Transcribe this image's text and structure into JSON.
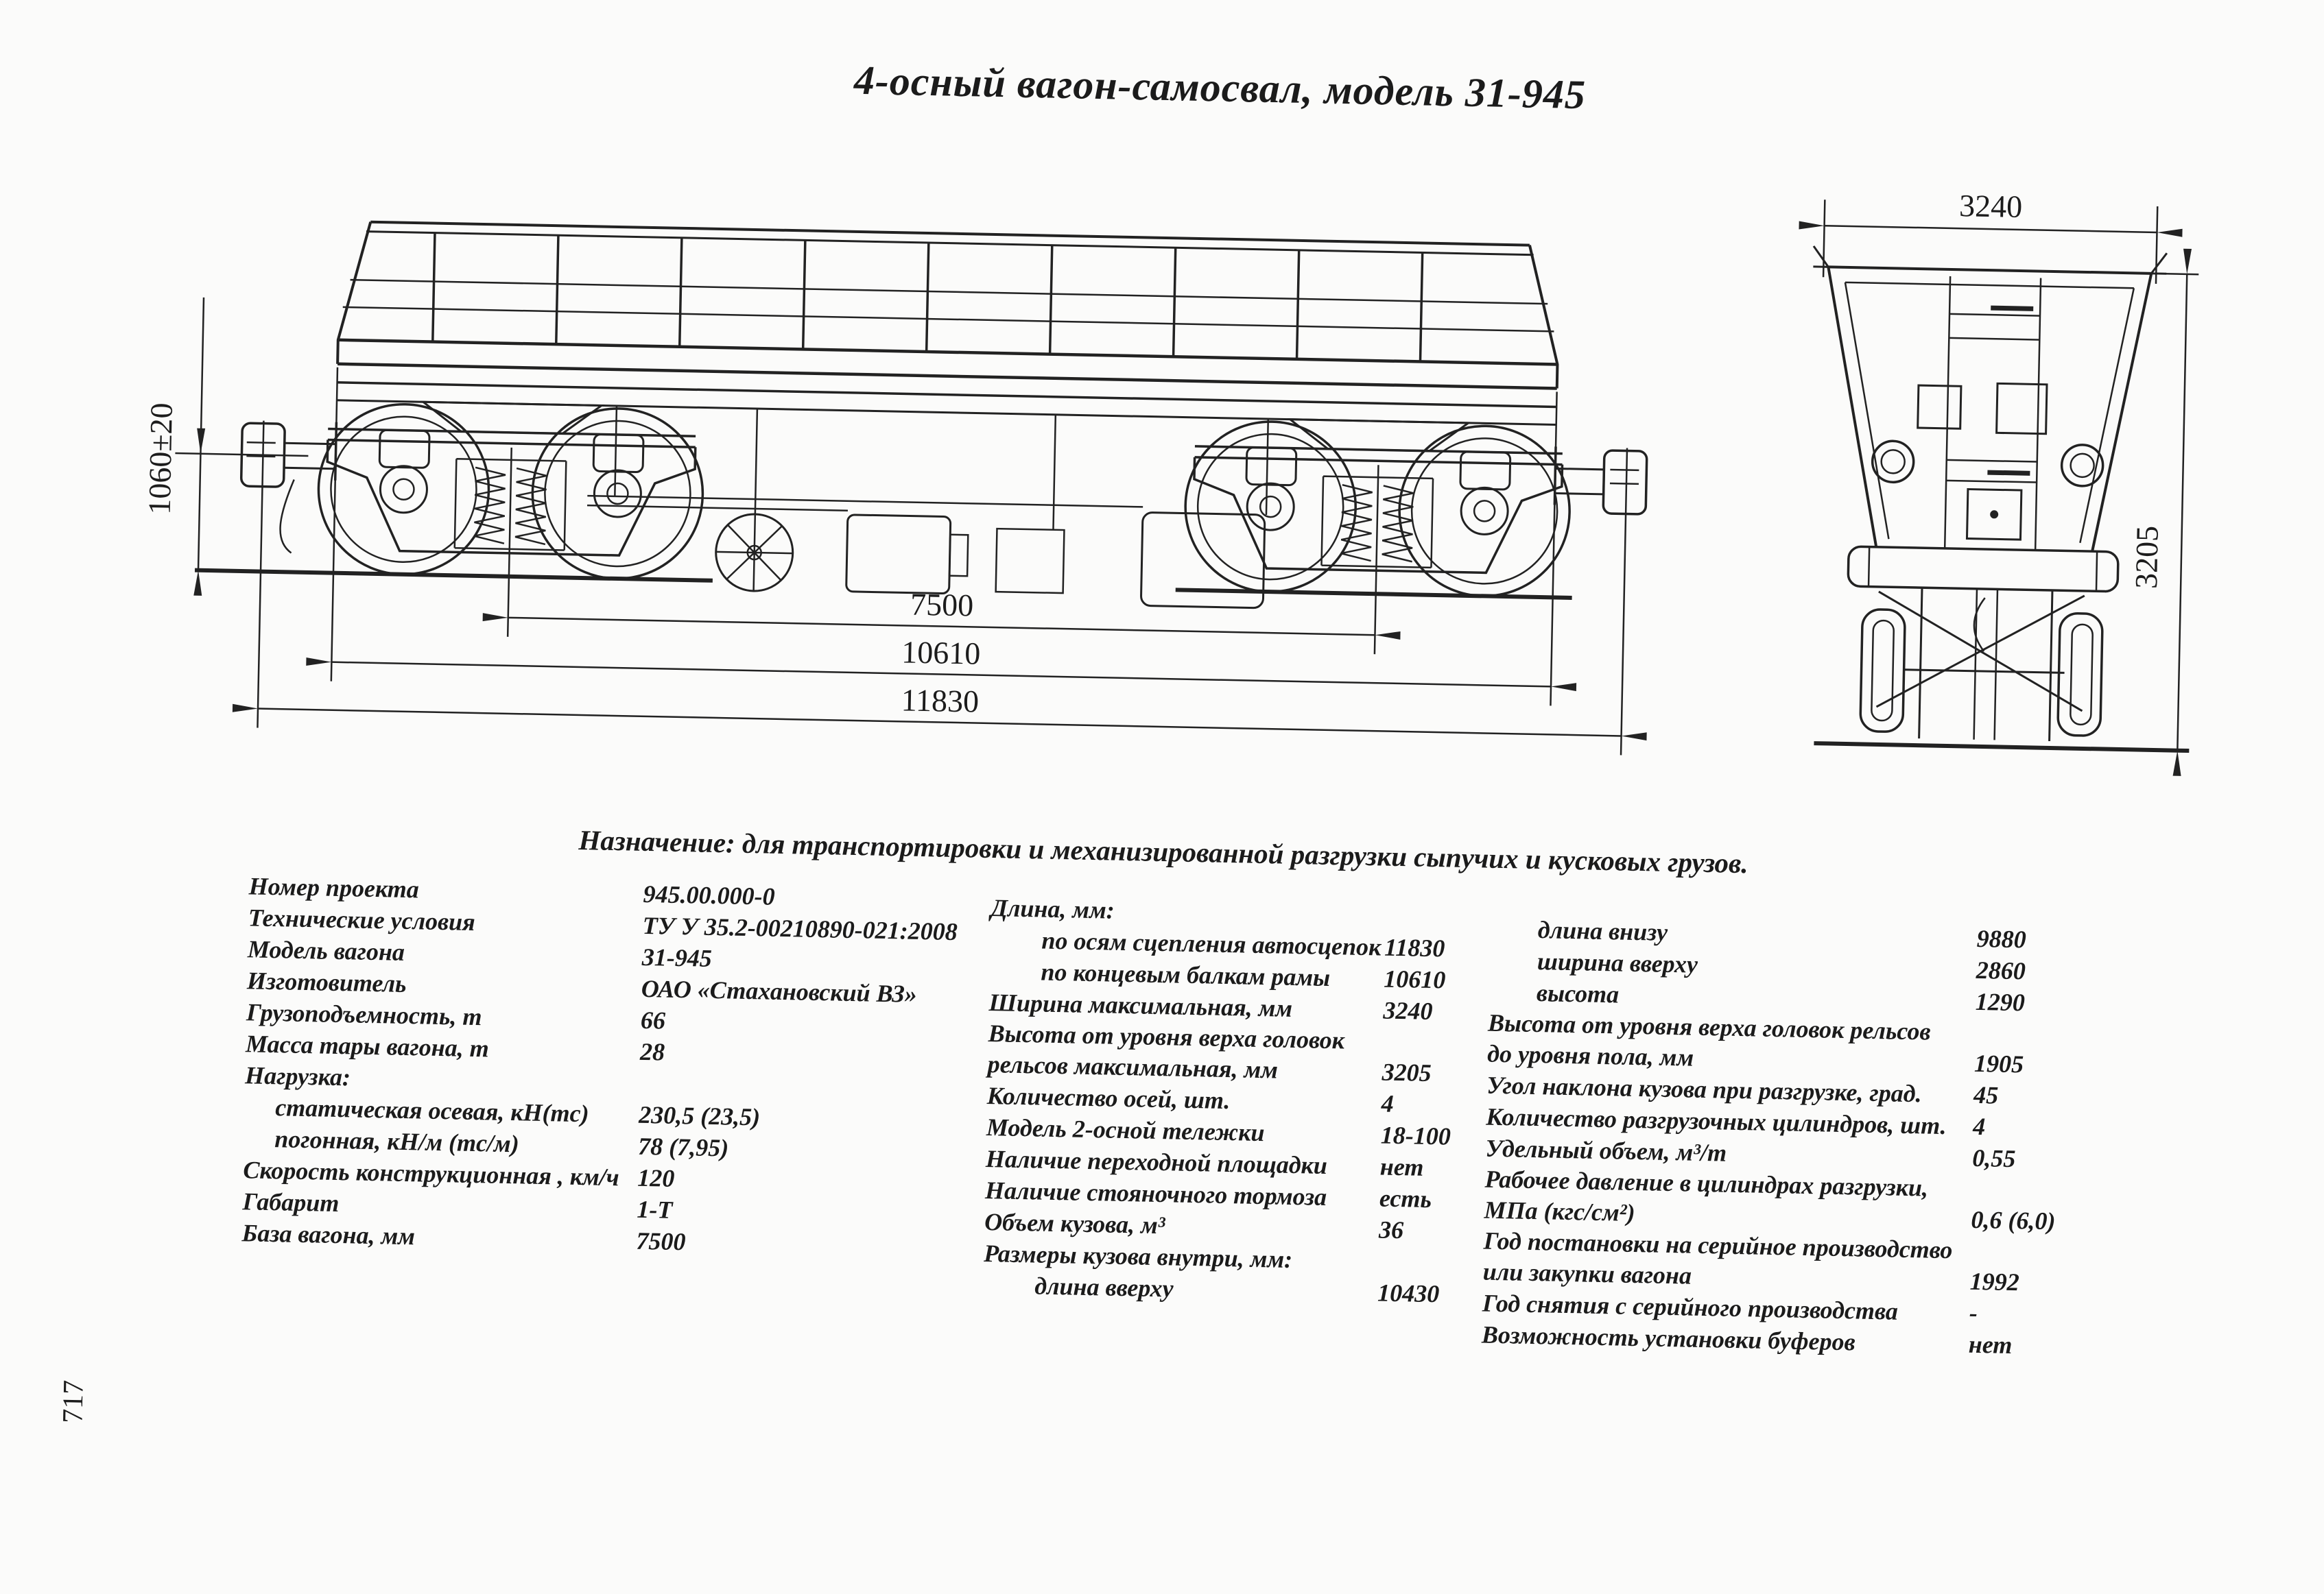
{
  "title": "4-осный вагон-самосвал, модель 31-945",
  "purpose": "Назначение: для транспортировки и механизированной разгрузки сыпучих и кусковых грузов.",
  "page_number": "717",
  "drawing": {
    "dim_coupler_height": "1060±20",
    "dim_bogie_base": "7500",
    "dim_frame_length": "10610",
    "dim_coupler_length": "11830",
    "dim_max_width": "3240",
    "dim_max_height": "3205"
  },
  "spec_columns": [
    {
      "rows": [
        {
          "label": "Номер проекта",
          "value": "945.00.000-0",
          "indent": false
        },
        {
          "label": "Технические условия",
          "value": "ТУ У 35.2-00210890-021:2008",
          "indent": false
        },
        {
          "label": "Модель вагона",
          "value": "31-945",
          "indent": false
        },
        {
          "label": "Изготовитель",
          "value": "ОАО «Стахановский ВЗ»",
          "indent": false
        },
        {
          "label": "Грузоподъемность, т",
          "value": "66",
          "indent": false
        },
        {
          "label": "Масса тары вагона, т",
          "value": "28",
          "indent": false
        },
        {
          "label": "Нагрузка:",
          "value": "",
          "indent": false
        },
        {
          "label": "статическая осевая, кН(тс)",
          "value": "230,5 (23,5)",
          "indent": true
        },
        {
          "label": "погонная, кН/м (тс/м)",
          "value": "78 (7,95)",
          "indent": true
        },
        {
          "label": "Скорость конструкционная , км/ч",
          "value": "120",
          "indent": false
        },
        {
          "label": "Габарит",
          "value": "1-Т",
          "indent": false
        },
        {
          "label": "База вагона, мм",
          "value": "7500",
          "indent": false
        }
      ]
    },
    {
      "rows": [
        {
          "label": "Длина, мм:",
          "value": "",
          "indent": false
        },
        {
          "label": "по осям сцепления автосцепок",
          "value": "11830",
          "indent": true
        },
        {
          "label": "по концевым балкам рамы",
          "value": "10610",
          "indent": true
        },
        {
          "label": "Ширина максимальная, мм",
          "value": "3240",
          "indent": false
        },
        {
          "label": "Высота от уровня верха головок\nрельсов максимальная, мм",
          "value": "3205",
          "indent": false
        },
        {
          "label": "Количество осей, шт.",
          "value": "4",
          "indent": false
        },
        {
          "label": "Модель 2-осной тележки",
          "value": "18-100",
          "indent": false
        },
        {
          "label": "Наличие переходной площадки",
          "value": "нет",
          "indent": false
        },
        {
          "label": "Наличие стояночного тормоза",
          "value": "есть",
          "indent": false
        },
        {
          "label": "Объем кузова, м³",
          "value": "36",
          "indent": false
        },
        {
          "label": "Размеры кузова внутри, мм:",
          "value": "",
          "indent": false
        },
        {
          "label": "длина вверху",
          "value": "10430",
          "indent": true
        }
      ]
    },
    {
      "rows": [
        {
          "label": "длина внизу",
          "value": "9880",
          "indent": true
        },
        {
          "label": "ширина вверху",
          "value": "2860",
          "indent": true
        },
        {
          "label": "высота",
          "value": "1290",
          "indent": true
        },
        {
          "label": "Высота от уровня верха головок рельсов\nдо уровня пола, мм",
          "value": "1905",
          "indent": false
        },
        {
          "label": "Угол наклона кузова при разгрузке, град.",
          "value": "45",
          "indent": false
        },
        {
          "label": "Количество разгрузочных цилиндров, шт.",
          "value": "4",
          "indent": false
        },
        {
          "label": "Удельный объем, м³/т",
          "value": "0,55",
          "indent": false
        },
        {
          "label": "Рабочее давление в цилиндрах разгрузки,\nМПа (кгс/см²)",
          "value": "0,6 (6,0)",
          "indent": false
        },
        {
          "label": "Год постановки на серийное производство\nили закупки вагона",
          "value": "1992",
          "indent": false
        },
        {
          "label": "Год снятия с серийного производства",
          "value": "-",
          "indent": false
        },
        {
          "label": "Возможность установки буферов",
          "value": "нет",
          "indent": false
        }
      ]
    }
  ]
}
